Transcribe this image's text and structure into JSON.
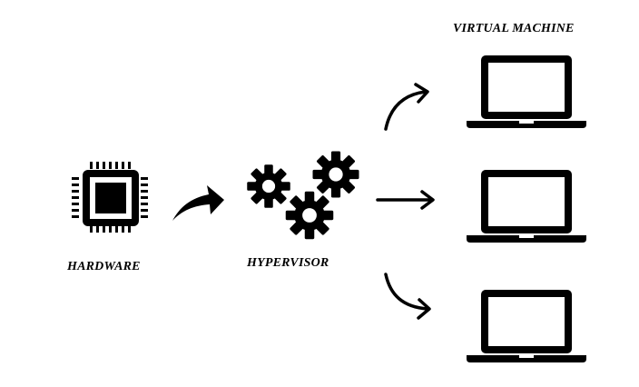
{
  "labels": {
    "hardware": "HARDWARE",
    "hypervisor": "HYPERVISOR",
    "virtual_machine": "VIRTUAL MACHINE"
  },
  "icons": {
    "hardware": "cpu-chip-icon",
    "hypervisor": "gears-icon",
    "virtual_machine": "laptop-icon"
  },
  "colors": {
    "foreground": "#000000",
    "background": "#ffffff"
  }
}
